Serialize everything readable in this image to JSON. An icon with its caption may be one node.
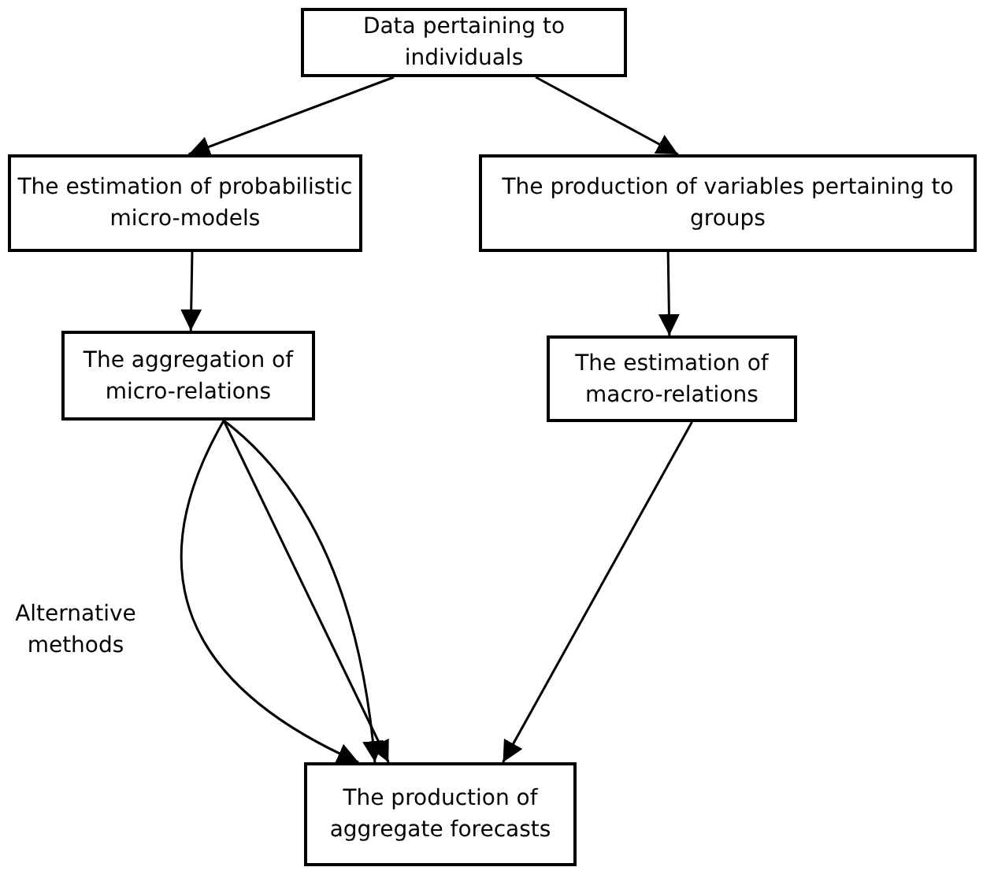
{
  "diagram": {
    "nodes": [
      {
        "text": [
          "Data pertaining to individuals"
        ]
      },
      {
        "text": [
          "The estimation of probabilistic micro-models"
        ]
      },
      {
        "text": [
          "The production of variables pertaining to groups"
        ]
      },
      {
        "text": [
          "The aggregation of micro-relations"
        ]
      },
      {
        "text": [
          "The estimation of macro-relations"
        ]
      },
      {
        "text": [
          "The production of aggregate forecasts"
        ]
      }
    ],
    "edges": [
      {
        "from": 0,
        "to": 1,
        "arrow": "to"
      },
      {
        "from": 0,
        "to": 2,
        "arrow": "to"
      },
      {
        "from": 1,
        "to": 3,
        "arrow": "to"
      },
      {
        "from": 2,
        "to": 4,
        "arrow": "to"
      },
      {
        "from": 3,
        "to": 5,
        "arrow": "to"
      },
      {
        "from": 3,
        "to": 5,
        "arrow": "to"
      },
      {
        "from": 3,
        "to": 5,
        "arrow": "to"
      },
      {
        "from": 4,
        "to": 5,
        "arrow": "to"
      }
    ],
    "labels": [
      "Alternative methods"
    ]
  }
}
